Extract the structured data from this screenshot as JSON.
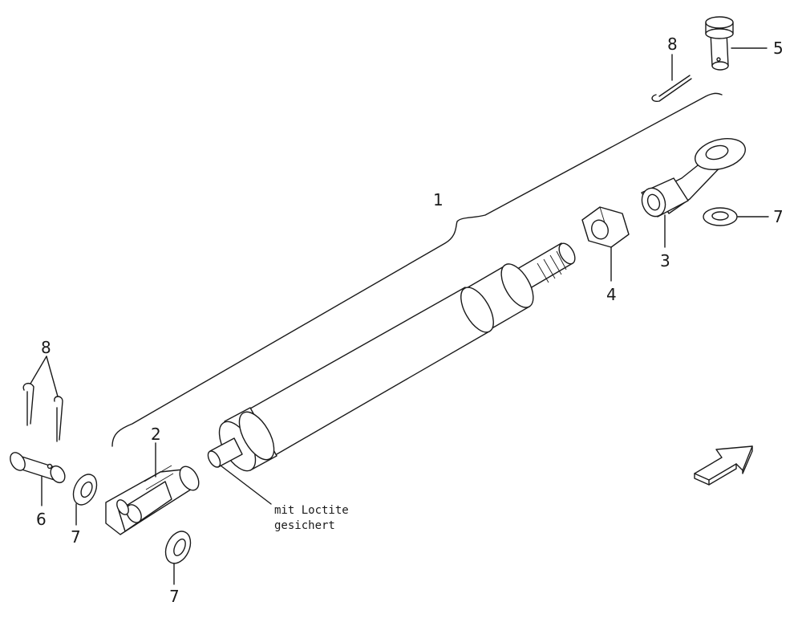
{
  "callouts": {
    "item_1": "1",
    "item_2": "2",
    "item_3": "3",
    "item_4": "4",
    "item_5": "5",
    "item_6": "6",
    "item_7_right": "7",
    "item_7_left": "7",
    "item_7_bottom": "7",
    "item_8_top": "8",
    "item_8_left": "8"
  },
  "note": {
    "line1": "mit Loctite",
    "line2": "gesichert"
  },
  "colors": {
    "ink": "#1a1a1a",
    "background": "#ffffff"
  },
  "icons": {
    "direction_arrow": "arrow-up-right-icon"
  }
}
